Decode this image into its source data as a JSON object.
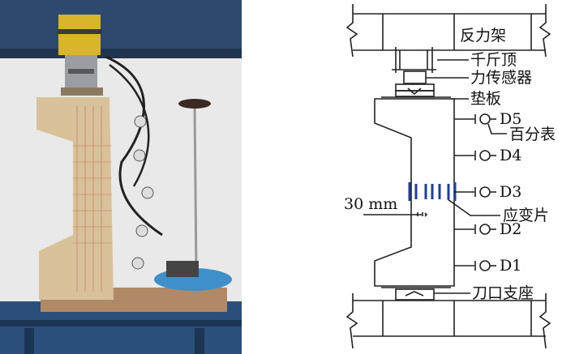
{
  "photo": {
    "description_icon": "test-setup-photo"
  },
  "diagram": {
    "reaction_frame": "反力架",
    "jack": "千斤顶",
    "load_cell": "力传感器",
    "pad_plate": "垫板",
    "dial_gauge": "百分表",
    "strain_gauge": "应变片",
    "knife_support": "刀口支座",
    "spacing": "30 mm",
    "gauges": [
      "D5",
      "D4",
      "D3",
      "D2",
      "D1"
    ]
  },
  "colors": {
    "strain": "#1a3fa0",
    "line": "#222222"
  }
}
